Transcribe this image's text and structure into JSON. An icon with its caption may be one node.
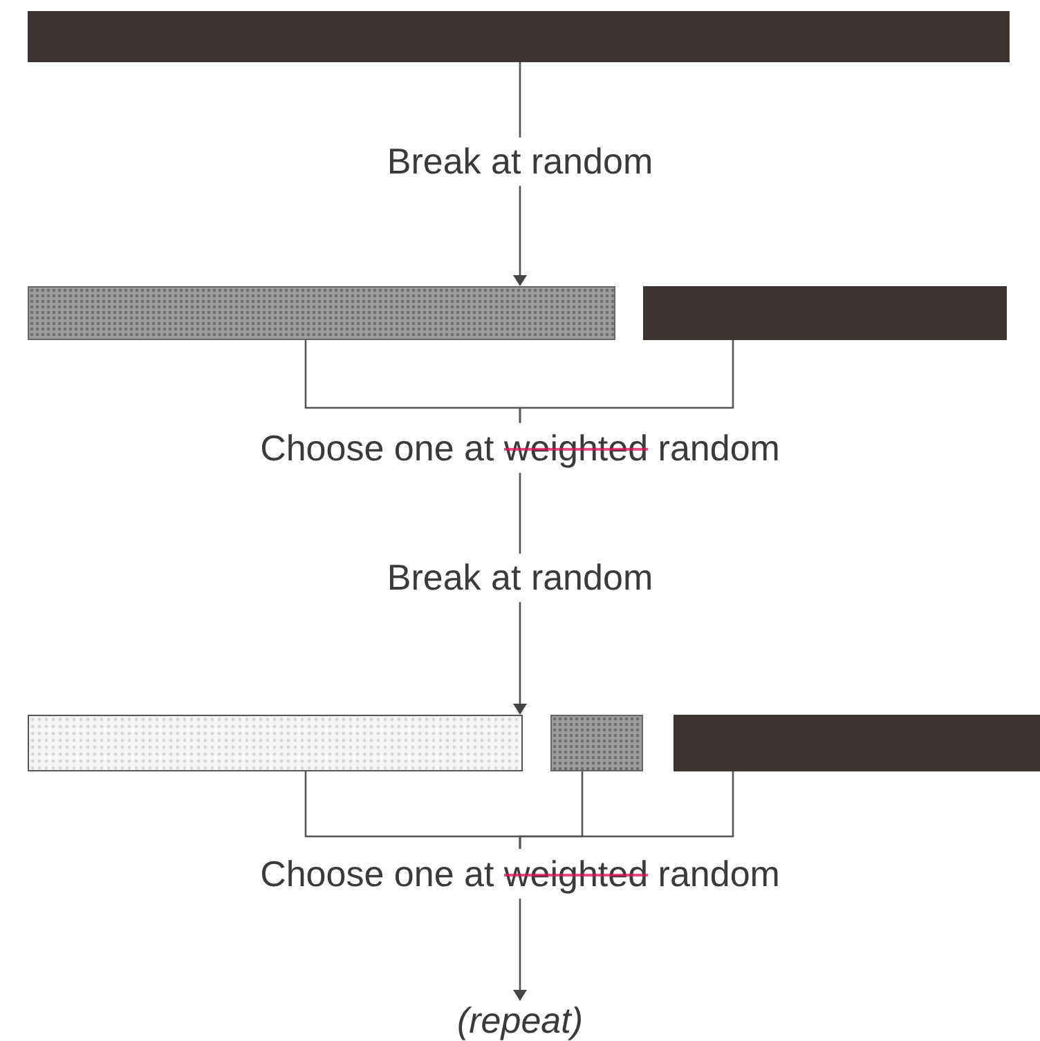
{
  "diagram": {
    "nodes": [
      {
        "text": [],
        "shape": "bar"
      },
      {
        "text": [],
        "shape": "bar"
      },
      {
        "text": [],
        "shape": "bar"
      },
      {
        "text": [
          "Choose one at weighted random"
        ]
      },
      {
        "text": [],
        "shape": "bar"
      },
      {
        "text": [],
        "shape": "bar"
      },
      {
        "text": [],
        "shape": "bar"
      },
      {
        "text": [
          "Choose one at weighted random"
        ]
      },
      {
        "text": [
          "(repeat)"
        ]
      }
    ],
    "edges": [
      {
        "from": 0,
        "to": 1,
        "arrow": "to",
        "label": "Break at random"
      },
      {
        "from": 1,
        "to": 3,
        "arrow": "none"
      },
      {
        "from": 2,
        "to": 3,
        "arrow": "none"
      },
      {
        "from": 3,
        "to": 4,
        "arrow": "to",
        "label": "Break at random"
      },
      {
        "from": 4,
        "to": 7,
        "arrow": "none"
      },
      {
        "from": 5,
        "to": 7,
        "arrow": "none"
      },
      {
        "from": 6,
        "to": 7,
        "arrow": "none"
      },
      {
        "from": 7,
        "to": 8,
        "arrow": "to"
      }
    ]
  }
}
